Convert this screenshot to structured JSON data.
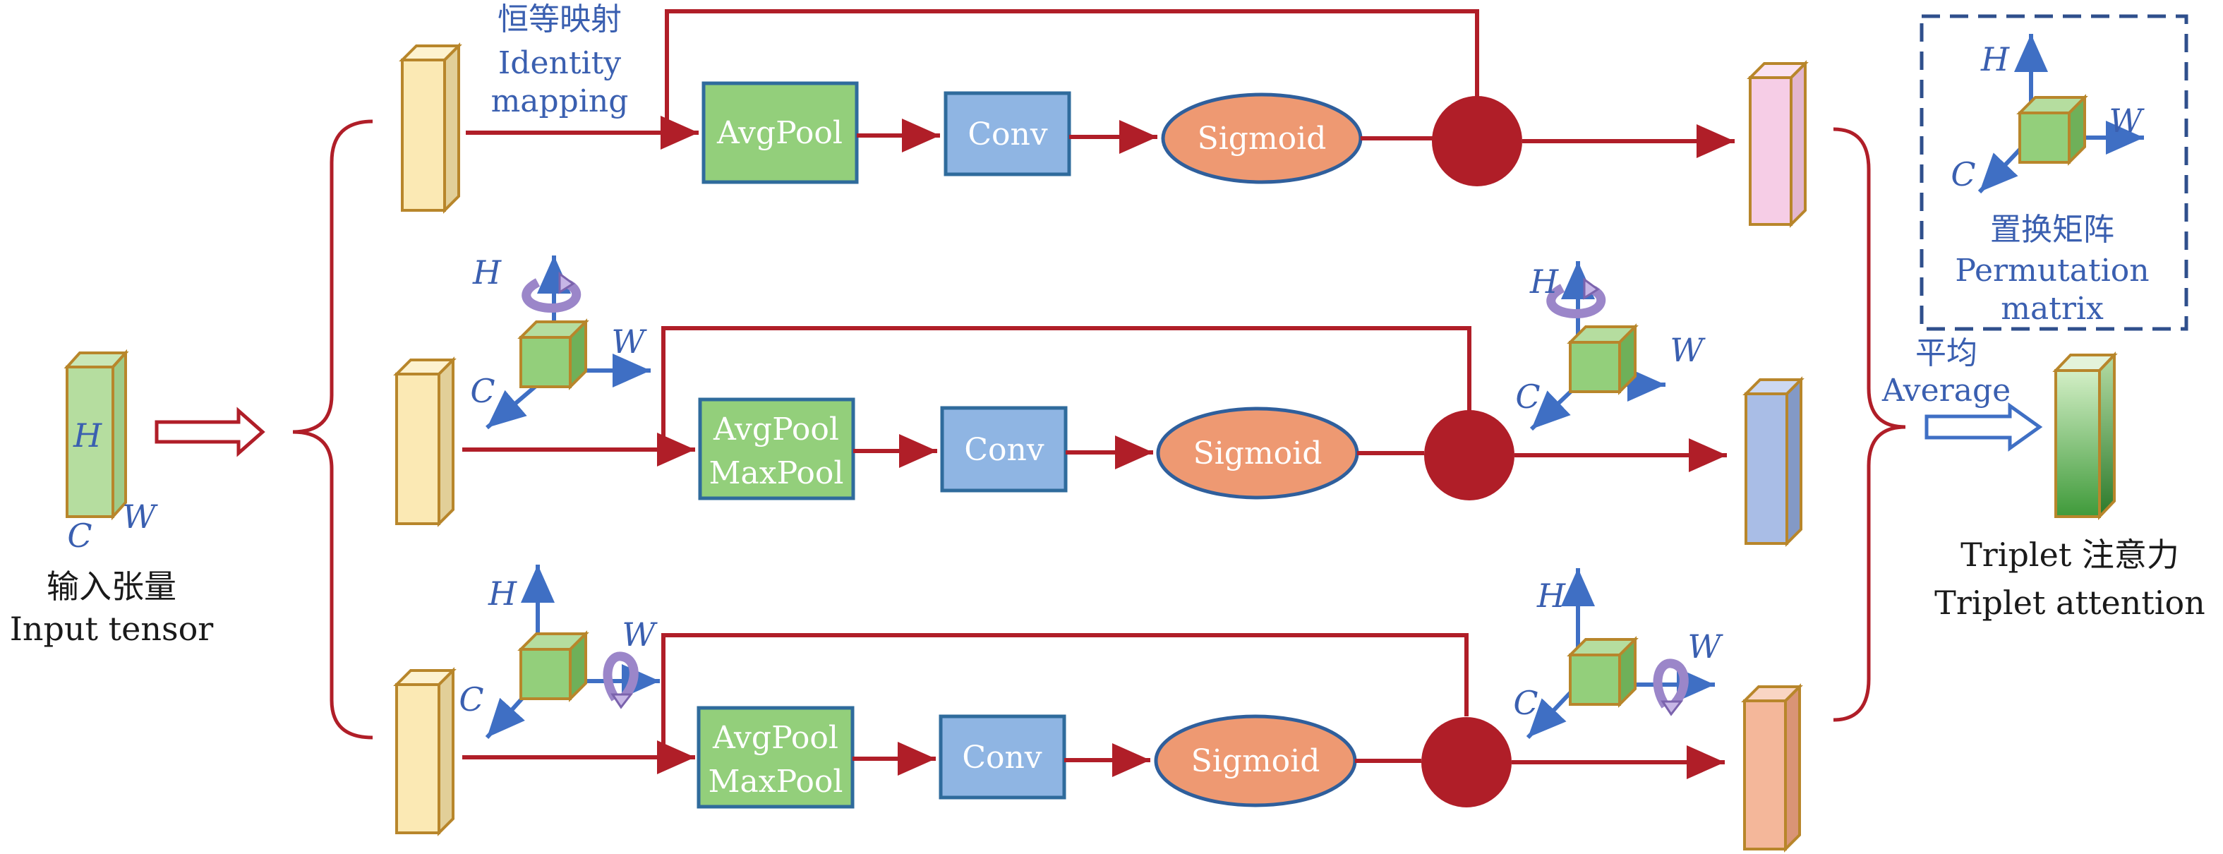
{
  "input": {
    "label_cn": "输入张量",
    "label_en": "Input tensor",
    "dims": {
      "h": "H",
      "c": "C",
      "w": "W"
    }
  },
  "identity": {
    "label_cn": "恒等映射",
    "label_en_1": "Identity",
    "label_en_2": "mapping"
  },
  "branches": [
    {
      "pool_1": "AvgPool",
      "pool_2": "",
      "conv": "Conv",
      "sigmoid": "Sigmoid"
    },
    {
      "pool_1": "AvgPool",
      "pool_2": "MaxPool",
      "conv": "Conv",
      "sigmoid": "Sigmoid"
    },
    {
      "pool_1": "AvgPool",
      "pool_2": "MaxPool",
      "conv": "Conv",
      "sigmoid": "Sigmoid"
    }
  ],
  "axes": {
    "h": "H",
    "w": "W",
    "c": "C"
  },
  "permutation": {
    "label_cn": "置换矩阵",
    "label_en_1": "Permutation",
    "label_en_2": "matrix"
  },
  "average": {
    "label_cn": "平均",
    "label_en": "Average"
  },
  "output": {
    "label_1": "Triplet 注意力",
    "label_2": "Triplet attention"
  },
  "colors": {
    "arrow": "#b01e28",
    "bar_yellow": "#fbe9b4",
    "bar_border": "#b8862b",
    "green_box": "#93cf7b",
    "conv_box": "#8fb5e3",
    "sigmoid": "#ee9972",
    "node": "#b01e28",
    "axis_blue": "#3f6fc4",
    "out_pink": "#f6cde6",
    "out_blue": "#a9bde6",
    "out_orange": "#f4b79a"
  }
}
